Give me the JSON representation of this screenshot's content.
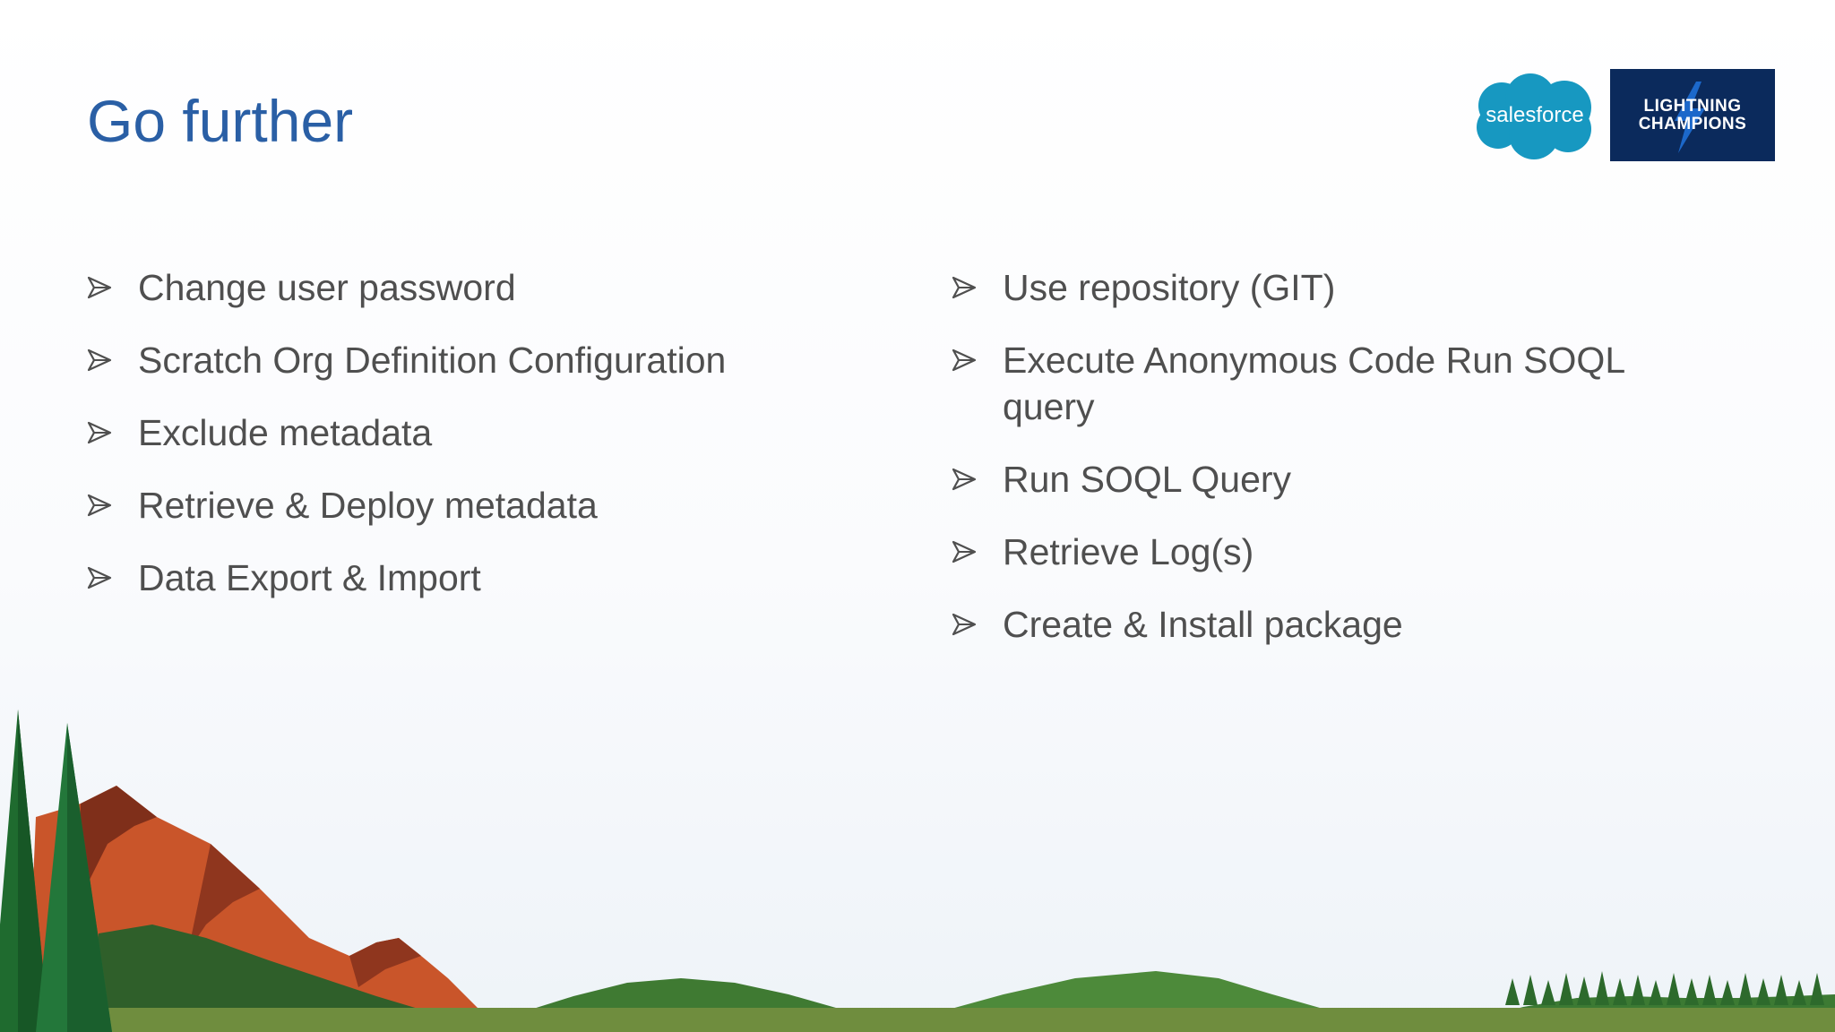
{
  "title": "Go further",
  "logos": {
    "salesforce": "salesforce",
    "badge_line1": "LIGHTNING",
    "badge_line2": "CHAMPIONS"
  },
  "bullets_left": [
    "Change user password",
    "Scratch Org Definition Configuration",
    "Exclude metadata",
    "Retrieve & Deploy metadata",
    "Data Export & Import"
  ],
  "bullets_right": [
    "Use repository (GIT)",
    "Execute Anonymous Code Run SOQL query",
    "Run SOQL Query",
    "Retrieve Log(s)",
    "Create & Install package"
  ],
  "colors": {
    "title": "#2a5fa5",
    "body_text": "#4f4f4f",
    "salesforce_blue": "#1798c1",
    "badge_navy": "#0b2a5c"
  },
  "icons": {
    "bullet": "arrowhead-bullet-icon",
    "bolt": "lightning-bolt-icon"
  }
}
